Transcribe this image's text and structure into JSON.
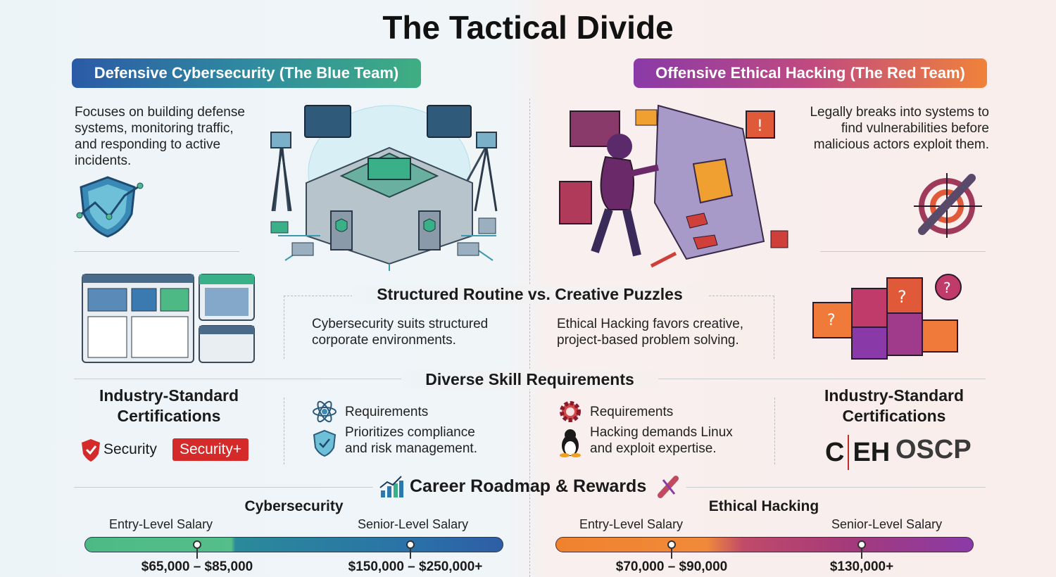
{
  "title": "The Tactical Divide",
  "blue_team": {
    "header": "Defensive Cybersecurity (The Blue Team)",
    "description": [
      "Focuses on building defense",
      "systems, monitoring traffic,",
      "and responding to active",
      "incidents."
    ],
    "color": "#2b5aa6"
  },
  "red_team": {
    "header": "Offensive Ethical Hacking (The Red Team)",
    "description": [
      "Legally breaks into systems to",
      "find vulnerabilities before",
      "malicious actors exploit them."
    ],
    "color": "#c04a80"
  },
  "routine": {
    "heading": "Structured Routine vs. Creative Puzzles",
    "left": [
      "Cybersecurity suits structured",
      "corporate environments."
    ],
    "right": [
      "Ethical Hacking favors creative,",
      "project-based problem solving."
    ]
  },
  "skills": {
    "heading": "Diverse Skill Requirements",
    "left": {
      "label": "Requirements",
      "text": [
        "Prioritizes compliance",
        "and risk management."
      ]
    },
    "right": {
      "label": "Requirements",
      "text": [
        "Hacking demands Linux",
        "and exploit expertise."
      ]
    }
  },
  "certs": {
    "left": {
      "heading": [
        "Industry-Standard",
        "Certifications"
      ],
      "items": [
        "Security",
        "Security+"
      ]
    },
    "right": {
      "heading": [
        "Industry-Standard",
        "Certifications"
      ],
      "items": [
        "C",
        "EH",
        "OSCP"
      ]
    }
  },
  "career": {
    "heading": "Career Roadmap & Rewards",
    "cyber": {
      "title": "Cybersecurity",
      "entry_label": "Entry-Level Salary",
      "senior_label": "Senior-Level Salary",
      "entry": "$65,000 – $85,000",
      "senior": "$150,000 – $250,000+"
    },
    "hacking": {
      "title": "Ethical Hacking",
      "entry_label": "Entry-Level Salary",
      "senior_label": "Senior-Level Salary",
      "entry": "$70,000 – $90,000",
      "senior": "$130,000+"
    }
  }
}
